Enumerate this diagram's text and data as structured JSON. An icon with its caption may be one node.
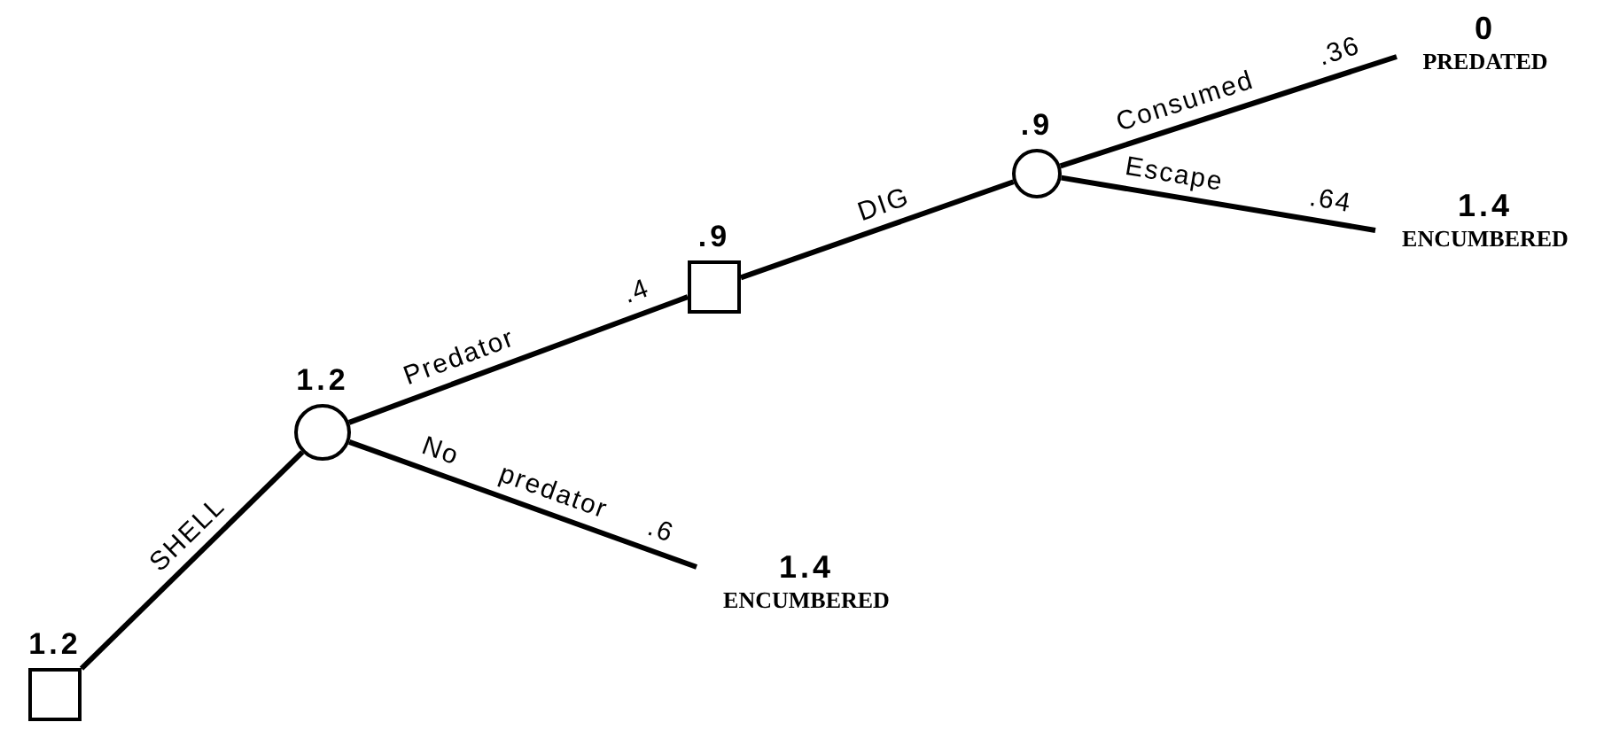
{
  "diagram": {
    "nodes": [
      {
        "text": [],
        "shape": "box",
        "beside": [
          "1.2"
        ]
      },
      {
        "text": [],
        "shape": "circle",
        "beside": [
          "1.2"
        ]
      },
      {
        "text": [],
        "shape": "box",
        "beside": [
          ".9"
        ]
      },
      {
        "text": [],
        "shape": "circle",
        "beside": [
          ".9"
        ]
      },
      {
        "text": [
          "0",
          "PREDATED"
        ]
      },
      {
        "text": [
          "1.4",
          "ENCUMBERED"
        ]
      },
      {
        "text": [
          "1.4",
          "ENCUMBERED"
        ]
      }
    ],
    "edges": [
      {
        "from": 0,
        "to": 1,
        "arrow": "none",
        "label": "SHELL"
      },
      {
        "from": 1,
        "to": 2,
        "arrow": "none",
        "label": "Predator .4"
      },
      {
        "from": 1,
        "to": 6,
        "arrow": "none",
        "label": "No predator .6"
      },
      {
        "from": 2,
        "to": 3,
        "arrow": "none",
        "label": "DIG"
      },
      {
        "from": 3,
        "to": 4,
        "arrow": "none",
        "label": "Consumed .36"
      },
      {
        "from": 3,
        "to": 5,
        "arrow": "none",
        "label": "Escape .64"
      }
    ]
  }
}
